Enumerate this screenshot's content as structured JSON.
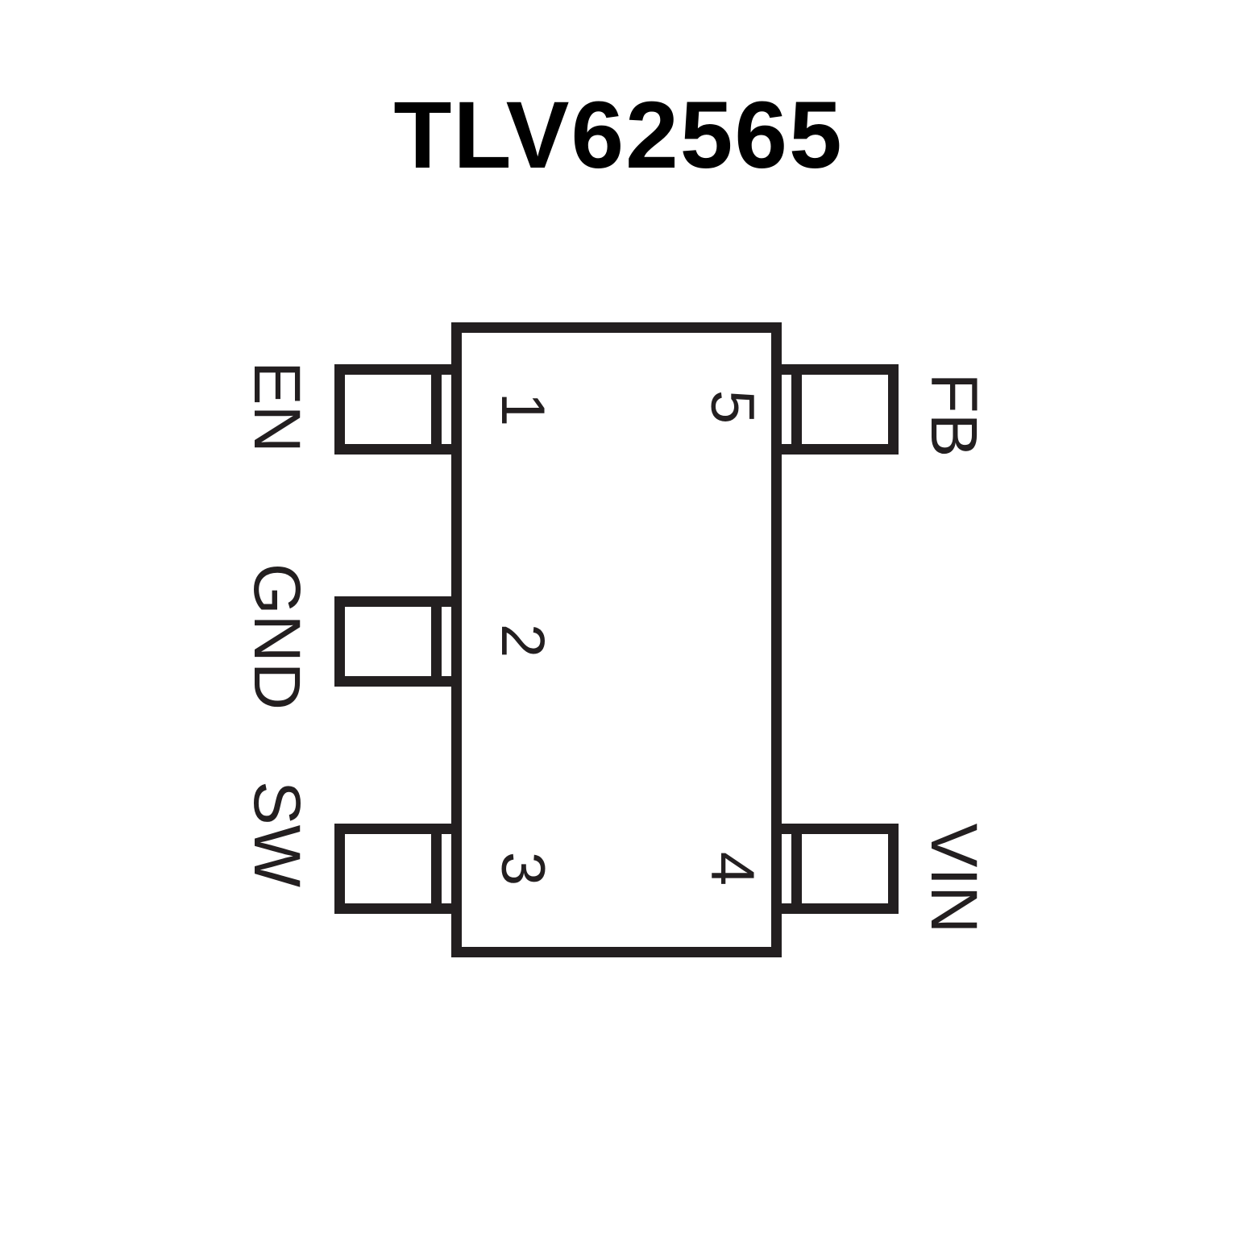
{
  "title": "TLV62565",
  "package": {
    "left_pins": [
      {
        "number": "1",
        "label": "EN"
      },
      {
        "number": "2",
        "label": "GND"
      },
      {
        "number": "3",
        "label": "SW"
      }
    ],
    "right_pins": [
      {
        "number": "5",
        "label": "FB"
      },
      {
        "number": "4",
        "label": "VIN"
      }
    ]
  },
  "colors": {
    "line": "#231f20",
    "background": "#ffffff"
  }
}
